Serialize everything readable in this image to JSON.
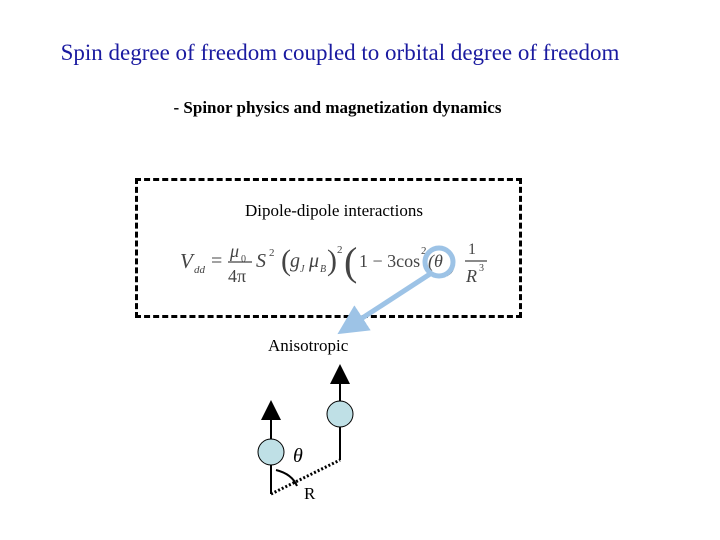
{
  "slide": {
    "title": "Spin degree of freedom coupled to orbital degree of freedom",
    "subtitle": "- Spinor physics and magnetization dynamics"
  },
  "box": {
    "label": "Dipole-dipole interactions"
  },
  "formula": {
    "lhs": "V",
    "lhs_sub": "dd",
    "mu0": "μ",
    "mu0_sub": "0",
    "four_pi": "4π",
    "spin": "S",
    "spin_sup": "2",
    "g": "g",
    "g_sub": "J",
    "muB": "μ",
    "muB_sub": "B",
    "sq": "2",
    "one_minus": "1 − 3cos",
    "cos_sup": "2",
    "theta": "(θ",
    "one": "1",
    "R": "R",
    "R_sup": "3"
  },
  "diagram": {
    "aniso_label": "Anisotropic",
    "angle_label": "θ",
    "r_label": "R",
    "accent_color": "#9dc3e6",
    "sphere_color": "#bfe0e6"
  }
}
